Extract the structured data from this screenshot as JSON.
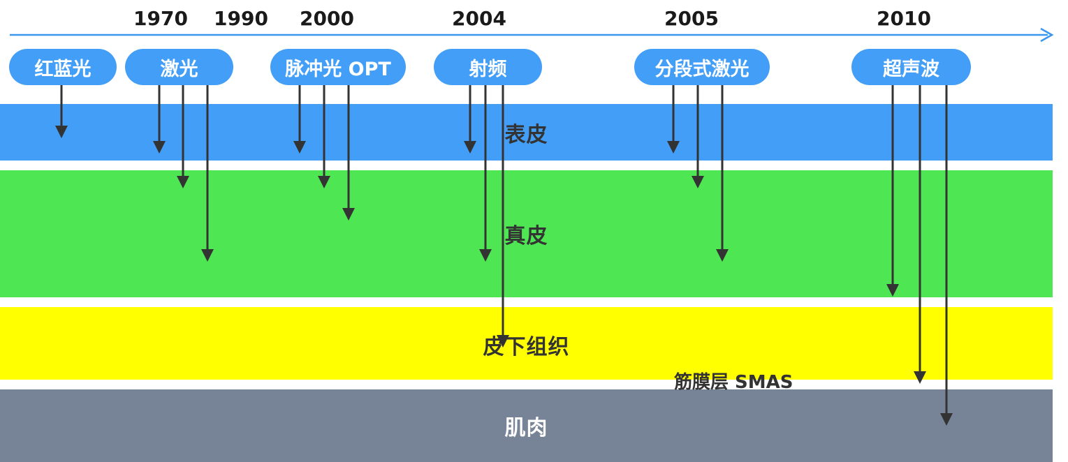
{
  "colors": {
    "epidermis": "#439ef8",
    "dermis": "#4fe653",
    "subcutis": "#ffff00",
    "muscle": "#778497",
    "timeline": "#3a97f0",
    "pill": "#439ef8",
    "arrow": "#333333"
  },
  "layers": {
    "epidermis": "表皮",
    "dermis": "真皮",
    "subcutis": "皮下组织",
    "smas": "筋膜层 SMAS",
    "muscle": "肌肉"
  },
  "years": [
    "1970",
    "1990",
    "2000",
    "2004",
    "2005",
    "2010"
  ],
  "technologies": [
    {
      "label": "红蓝光",
      "arrows_to": [
        "epidermis"
      ]
    },
    {
      "label": "激光",
      "arrows_to": [
        "epidermis",
        "dermis",
        "dermis"
      ]
    },
    {
      "label": "脉冲光 OPT",
      "arrows_to": [
        "epidermis",
        "dermis",
        "dermis"
      ]
    },
    {
      "label": "射频",
      "arrows_to": [
        "epidermis",
        "dermis",
        "subcutis"
      ]
    },
    {
      "label": "分段式激光",
      "arrows_to": [
        "epidermis",
        "dermis",
        "dermis"
      ]
    },
    {
      "label": "超声波",
      "arrows_to": [
        "dermis",
        "smas",
        "muscle"
      ]
    }
  ]
}
